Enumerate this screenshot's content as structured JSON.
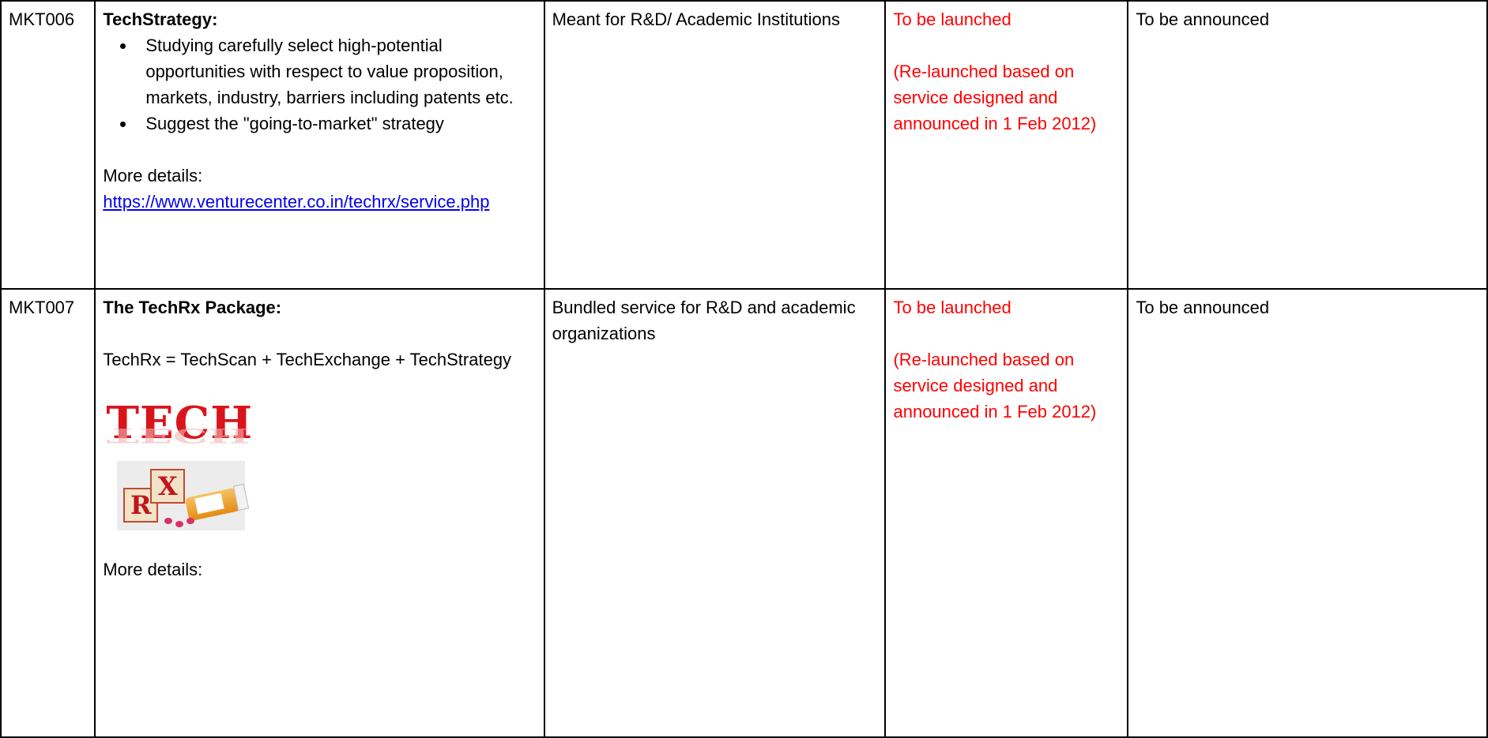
{
  "rows": [
    {
      "code": "MKT006",
      "title": "TechStrategy:",
      "bullets": [
        "Studying carefully select high-potential opportunities with respect to value proposition, markets, industry, barriers including patents etc.",
        "Suggest the \"going-to-market\" strategy"
      ],
      "more_label": "More details:",
      "link": "https://www.venturecenter.co.in/techrx/service.php",
      "target": "Meant for R&D/ Academic Institutions",
      "status": "To be launched",
      "status_note": "(Re-launched based on service designed and announced in 1 Feb 2012)",
      "fee": "To be announced"
    },
    {
      "code": "MKT007",
      "title": "The TechRx Package:",
      "formula": "TechRx = TechScan + TechExchange + TechStrategy",
      "logo": {
        "word": "TECH",
        "block_r": "R",
        "block_x": "X"
      },
      "more_label": "More details:",
      "target": "Bundled service for R&D and academic organizations",
      "status": "To be launched",
      "status_note": "(Re-launched based on service designed and announced in 1 Feb 2012)",
      "fee": "To be announced"
    }
  ],
  "colors": {
    "status_text": "#ff0000",
    "link": "#0000ee",
    "border": "#000000",
    "logo_red": "#d9151b"
  }
}
